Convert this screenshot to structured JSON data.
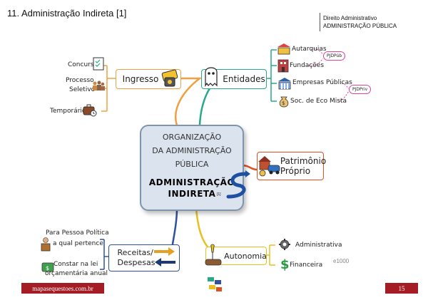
{
  "header": {
    "title": "11. Administração Indireta [1]",
    "subject_line1": "Direito Administrativo",
    "subject_line2": "ADMINISTRAÇÃO PÚBLICA"
  },
  "center": {
    "line1": "ORGANIZAÇÃO",
    "line2": "DA ADMINISTRAÇÃO",
    "line3": "PÚBLICA",
    "strong1": "ADMINISTRAÇÃO",
    "strong2": "INDIRETA",
    "ref": "[1]"
  },
  "ingresso": {
    "label": "Ingresso",
    "items": [
      "Concurso",
      "Processo",
      "Seletivo",
      "Temporário"
    ]
  },
  "entidades": {
    "label": "Entidades",
    "items": [
      "Autarquias",
      "Fundações",
      "Empresas Públicas",
      "Soc. de Eco Mista"
    ],
    "pill_public": "PJDPúb",
    "pill_private": "PJDPriv"
  },
  "patrimonio": {
    "line1": "Patrimônio",
    "line2": "Próprio"
  },
  "receitas": {
    "line1": "Receitas/",
    "line2": "Despesas",
    "item1_line1": "Para Pessoa Política",
    "item1_line2": "a qual pertence",
    "item2_line1": "Constar na lei",
    "item2_line2": "orçamentária anual"
  },
  "autonomia": {
    "label": "Autonomia",
    "items": [
      "Administrativa",
      "Financeira"
    ]
  },
  "code": "e1000",
  "footer": {
    "site": "mapasequestoes.com.br",
    "page": "15"
  },
  "colors": {
    "ingresso": "#f0a040",
    "entidades": "#2aa88a",
    "patrimonio": "#e05020",
    "receitas": "#3050a0",
    "autonomia": "#e8c020",
    "footer": "#a51c24",
    "pill": "#e040a0"
  }
}
